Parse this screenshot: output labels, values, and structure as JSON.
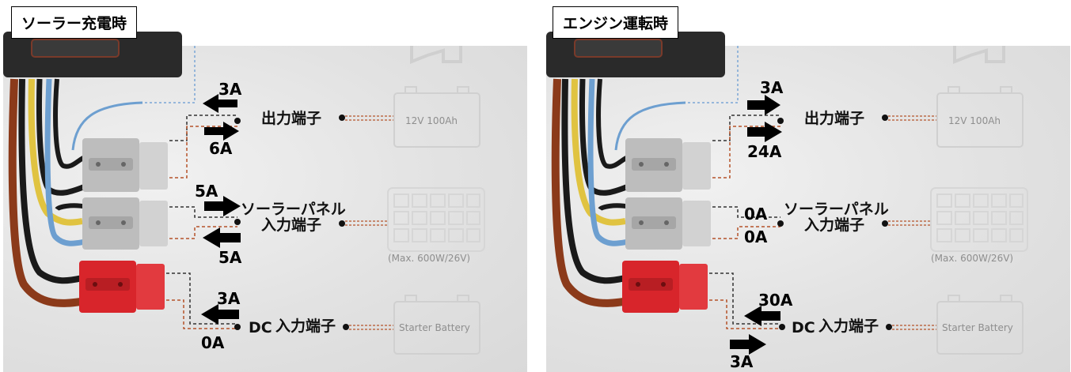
{
  "panels": [
    {
      "title": "ソーラー充電時",
      "terminals": {
        "output": "出力端子",
        "solar_line1": "ソーラーパネル",
        "solar_line2": "入力端子",
        "dc_prefix": "DC",
        "dc_main": "入力端子"
      },
      "devices": {
        "battery": "12V 100Ah",
        "solar_max": "(Max. 600W/26V)",
        "starter": "Starter Battery"
      },
      "currents": {
        "output_top": "3A",
        "output_bottom": "6A",
        "solar_top": "5A",
        "solar_bottom": "5A",
        "dc_top": "3A",
        "dc_bottom": "0A"
      },
      "arrows": {
        "output_top": "left",
        "output_bottom": "right",
        "solar_top": "right",
        "solar_bottom": "left",
        "dc_top": "left",
        "dc_bottom": "none"
      }
    },
    {
      "title": "エンジン運転時",
      "terminals": {
        "output": "出力端子",
        "solar_line1": "ソーラーパネル",
        "solar_line2": "入力端子",
        "dc_prefix": "DC",
        "dc_main": "入力端子"
      },
      "devices": {
        "battery": "12V 100Ah",
        "solar_max": "(Max. 600W/26V)",
        "starter": "Starter Battery"
      },
      "currents": {
        "output_top": "3A",
        "output_bottom": "24A",
        "solar_top": "0A",
        "solar_bottom": "0A",
        "dc_top": "30A",
        "dc_bottom": "3A"
      },
      "arrows": {
        "output_top": "right",
        "output_bottom": "right",
        "solar_top": "none",
        "solar_bottom": "none",
        "dc_top": "left",
        "dc_bottom": "right"
      }
    }
  ],
  "colors": {
    "wire_black": "#1a1a1a",
    "wire_brown": "#8b3a1a",
    "wire_yellow": "#e0c341",
    "wire_blue": "#6d9fd0",
    "connector_grey": "#c9c9c9",
    "connector_red": "#d8252b",
    "dash_black": "#333333",
    "dash_brown": "#b5532a",
    "dash_blue": "#7aa6d6"
  }
}
